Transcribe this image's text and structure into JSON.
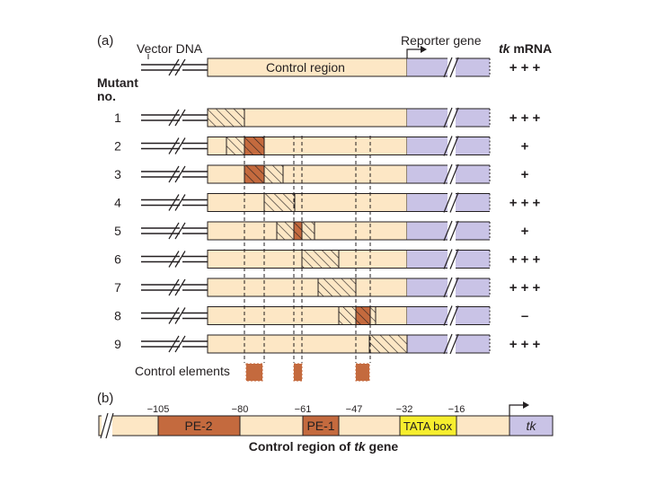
{
  "panel_a": {
    "label": "(a)",
    "vector_label": "Vector DNA",
    "reporter_label": "Reporter gene",
    "mrna_header": {
      "italic": "tk",
      "rest": " mRNA"
    },
    "control_region_label": "Control region",
    "wildtype_mrna": "+ + +",
    "mutant_header_line1": "Mutant",
    "mutant_header_line2": "no.",
    "control_elements_label": "Control elements",
    "mutants": [
      {
        "no": "1",
        "mrna": "+ + +"
      },
      {
        "no": "2",
        "mrna": "+"
      },
      {
        "no": "3",
        "mrna": "+"
      },
      {
        "no": "4",
        "mrna": "+ + +"
      },
      {
        "no": "5",
        "mrna": "+"
      },
      {
        "no": "6",
        "mrna": "+ + +"
      },
      {
        "no": "7",
        "mrna": "+ + +"
      },
      {
        "no": "8",
        "mrna": "–"
      },
      {
        "no": "9",
        "mrna": "+ + +"
      }
    ]
  },
  "panel_b": {
    "label": "(b)",
    "positions": [
      "−105",
      "−80",
      "−61",
      "−47",
      "−32",
      "−16"
    ],
    "elements": [
      {
        "name": "PE-2"
      },
      {
        "name": "PE-1"
      },
      {
        "name": "TATA box"
      }
    ],
    "gene_label": "tk",
    "caption": {
      "prefix": "Control region of ",
      "italic": "tk",
      "suffix": " gene"
    }
  },
  "colors": {
    "control_region": "#fde7c5",
    "reporter": "#c9c3e6",
    "control_element": "#c46a3e",
    "tata_box": "#f6ee2e",
    "outline": "#231f20"
  }
}
